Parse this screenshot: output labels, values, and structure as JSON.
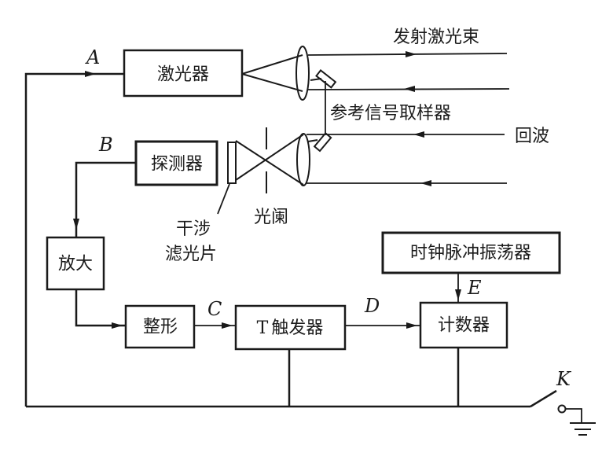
{
  "diagram": {
    "title": "激光测距仪原理框图",
    "blocks": {
      "laser": "激光器",
      "detector": "探测器",
      "amplifier": "放大",
      "shaper": "整形",
      "trigger_prefix": "T",
      "trigger": "触发器",
      "counter": "计数器",
      "clock": "时钟脉冲振荡器"
    },
    "labels": {
      "emitted_beam": "发射激光束",
      "reference_sampler": "参考信号取样器",
      "echo": "回波",
      "aperture": "光阑",
      "filter_line1": "干涉",
      "filter_line2": "滤光片"
    },
    "nodes": {
      "A": "A",
      "B": "B",
      "C": "C",
      "D": "D",
      "E": "E",
      "K": "K"
    },
    "connections": [
      {
        "from": "bus",
        "to": "laser",
        "node": "A"
      },
      {
        "from": "detector",
        "to": "amplifier",
        "node": "B"
      },
      {
        "from": "amplifier",
        "to": "shaper"
      },
      {
        "from": "shaper",
        "to": "trigger",
        "node": "C"
      },
      {
        "from": "trigger",
        "to": "counter",
        "node": "D"
      },
      {
        "from": "clock",
        "to": "counter",
        "node": "E"
      },
      {
        "from": "trigger",
        "to": "bus"
      },
      {
        "from": "counter",
        "to": "bus"
      },
      {
        "from": "bus",
        "to": "ground",
        "via": "switch K"
      }
    ]
  }
}
